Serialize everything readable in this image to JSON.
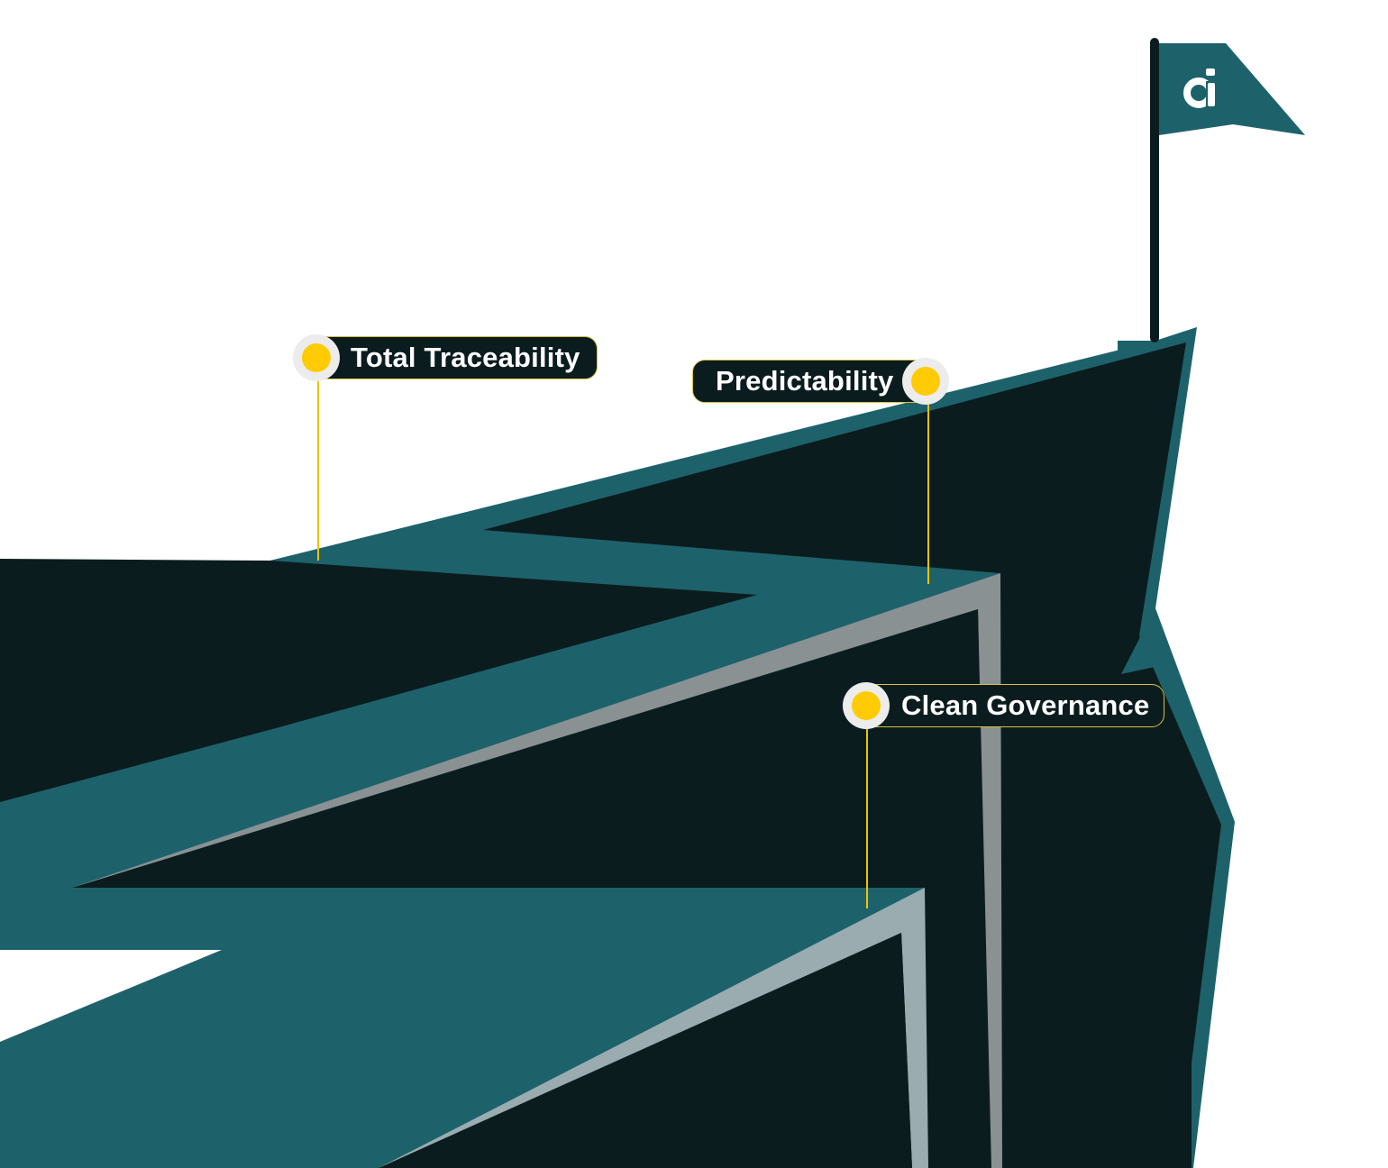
{
  "callouts": {
    "traceability": {
      "label": "Total Traceability"
    },
    "predictability": {
      "label": "Predictability"
    },
    "governance": {
      "label": "Clean Governance"
    }
  },
  "flag": {
    "logo_icon": "d-logo-icon"
  },
  "colors": {
    "background": "#ffffff",
    "teal": "#1d626b",
    "dark": "#0b1c1f",
    "gray": "#8a9193",
    "light_gray": "#9aacb0",
    "dot_yellow": "#ffcb05",
    "dot_ring": "#ececec",
    "leader_line": "#f2c200",
    "logo": "#ffffff"
  }
}
